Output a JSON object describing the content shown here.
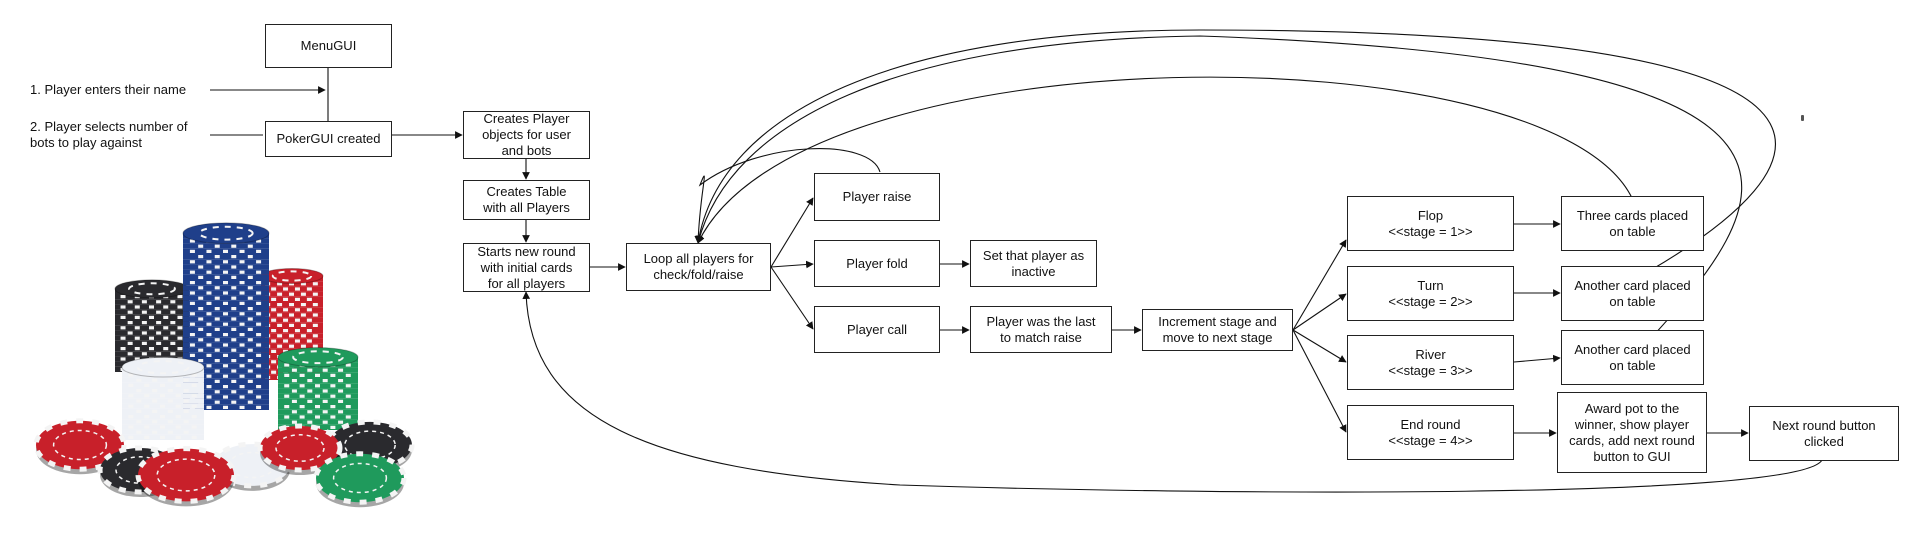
{
  "steps": {
    "enter_name": "1.  Player enters their name",
    "select_bots": "2.  Player selects number of\n     bots to play against"
  },
  "nodes": {
    "menu_gui": "MenuGUI",
    "poker_gui": "PokerGUI created",
    "create_players": "Creates Player\nobjects for user\nand bots",
    "create_table": "Creates Table\nwith all Players",
    "new_round": "Starts new round\nwith initial cards\nfor all players",
    "loop_players": "Loop all players for\ncheck/fold/raise",
    "player_raise": "Player raise",
    "player_fold": "Player fold",
    "player_call": "Player call",
    "set_inactive": "Set that player as\ninactive",
    "last_to_match": "Player was the last\nto match raise",
    "increment_stage": "Increment stage and\nmove to next stage",
    "flop": "Flop\n<<stage = 1>>",
    "turn": "Turn\n<<stage = 2>>",
    "river": "River\n<<stage = 3>>",
    "end_round": "End round\n<<stage = 4>>",
    "three_cards": "Three cards placed\non table",
    "another_card_turn": "Another card placed\non table",
    "another_card_river": "Another card placed\non table",
    "award_pot": "Award pot to the\nwinner, show player\ncards, add next round\nbutton to GUI",
    "next_round_button": "Next round button\nclicked"
  },
  "image": {
    "subject": "stacks of poker chips",
    "chip_colors": [
      "#c8202a",
      "#1f3f8a",
      "#2a2a2e",
      "#1f9a5c",
      "#eef1f6"
    ]
  }
}
